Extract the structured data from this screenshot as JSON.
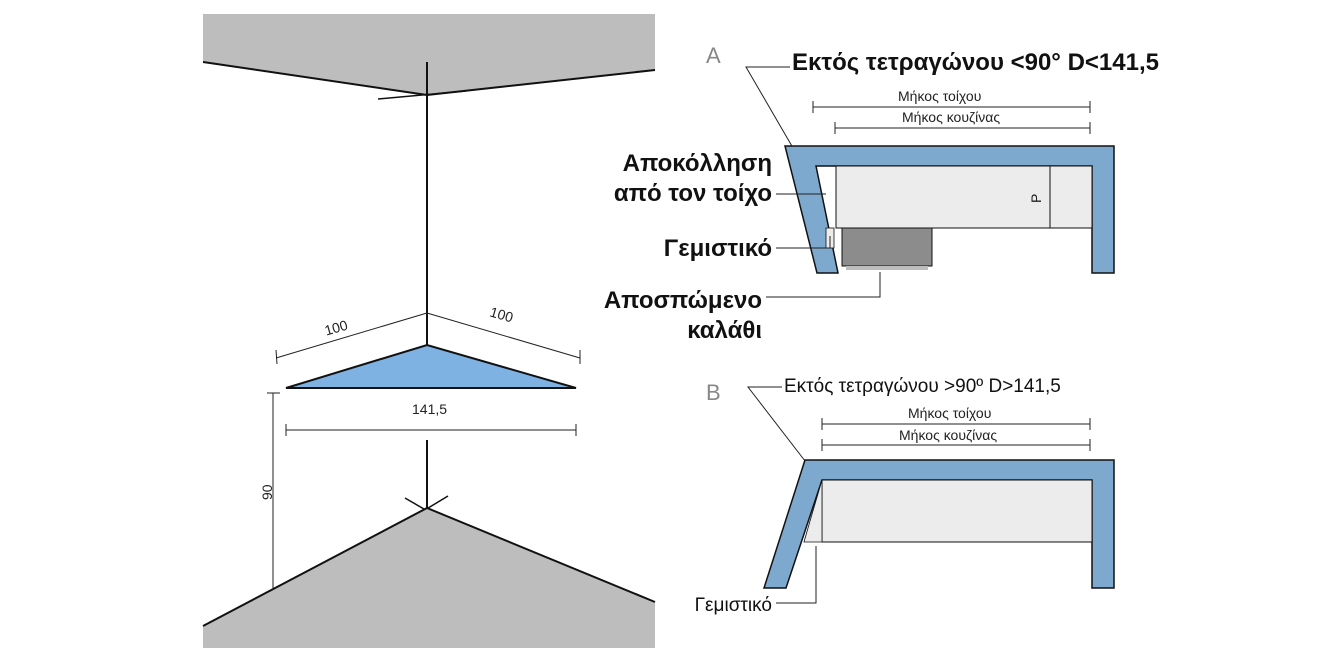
{
  "colors": {
    "wall": "#bdbdbd",
    "counter": "#7ea9cf",
    "corner": "#7eb2e3",
    "cabinet": "#ececec",
    "basket": "#8c8c8c"
  },
  "left": {
    "dim_left": "100",
    "dim_right": "100",
    "dim_base": "141,5",
    "dim_height": "90"
  },
  "diagramA": {
    "letter": "A",
    "title": "Εκτός τετραγώνου <90° D<141,5",
    "wall_length": "Μήκος τοίχου",
    "kitchen_length": "Μήκος κουζίνας",
    "depth_mark": "P",
    "detach_line1": "Αποκόλληση",
    "detach_line2": "από τον τοίχο",
    "filler": "Γεμιστικό",
    "basket_line1": "Αποσπώμενο",
    "basket_line2": "καλάθι"
  },
  "diagramB": {
    "letter": "B",
    "title": "Εκτός τετραγώνου >90º D>141,5",
    "wall_length": "Μήκος τοίχου",
    "kitchen_length": "Μήκος κουζίνας",
    "filler": "Γεμιστικό"
  }
}
